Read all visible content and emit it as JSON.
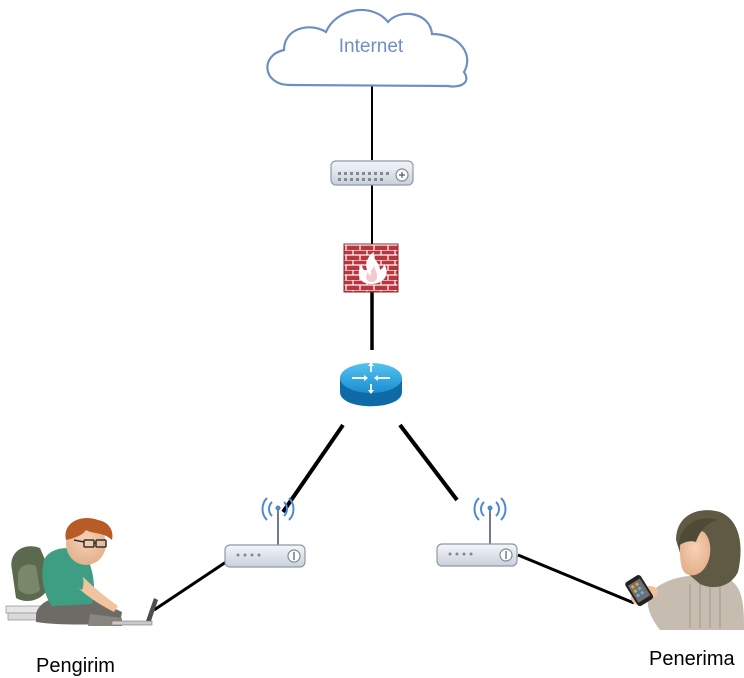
{
  "nodes": {
    "internet": {
      "label": "Internet"
    },
    "sender": {
      "label": "Pengirim"
    },
    "receiver": {
      "label": "Penerima"
    }
  },
  "colors": {
    "cloud_stroke": "#6f8fc4",
    "cloud_text": "#6f8fc4",
    "link": "#000000",
    "firewall_brick": "#b8373f",
    "router_blue": "#1f8fd0"
  },
  "icons": [
    "cloud-icon",
    "switch-icon",
    "firewall-icon",
    "router-icon",
    "wireless-ap-icon",
    "person-laptop-icon",
    "person-phone-icon"
  ]
}
